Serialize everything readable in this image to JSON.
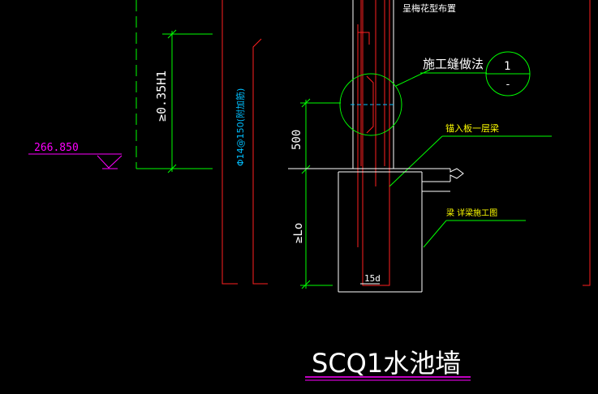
{
  "labels": {
    "top_note": "呈梅花型布置",
    "construction_joint": "施工缝做法",
    "circle_number": "1",
    "circle_sub": "-",
    "anchor_note": "锚入板一层梁",
    "beam_note": "梁 详梁施工图",
    "dim_035h": "≥0.35H1",
    "rebar_spec": "Φ14@150(附加筋)",
    "dim_500": "500",
    "dim_lo": "≥Lo",
    "elevation": "266.850",
    "dim_15d": "15d",
    "title": "SCQ1水池墙"
  },
  "colors": {
    "background": "#000000",
    "green": "#00ff00",
    "red": "#ff2020",
    "white": "#ffffff",
    "magenta": "#ff00ff",
    "cyan": "#00bfff",
    "yellow": "#ffff00"
  }
}
